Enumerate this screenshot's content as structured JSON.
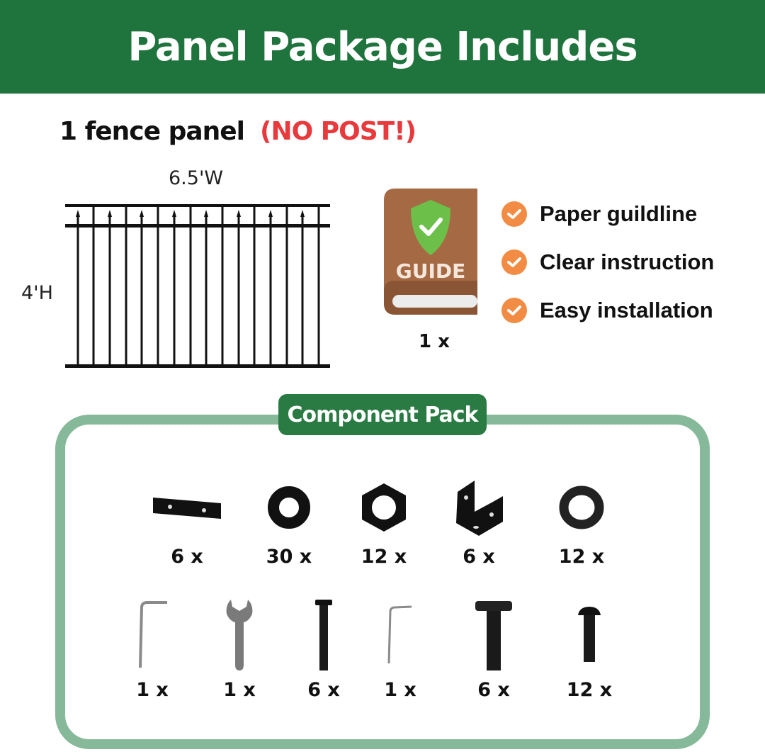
{
  "header": {
    "title": "Panel Package Includes",
    "bg_color": "#1f743d"
  },
  "panel": {
    "title": "1 fence panel",
    "warning": "(NO POST!)",
    "warning_color": "#e83a3d",
    "width_label": "6.5'W",
    "height_label": "4'H"
  },
  "guide": {
    "book_label": "GUIDE",
    "quantity": "1 x"
  },
  "features": [
    {
      "icon": "check-circle-icon",
      "label": "Paper guildline"
    },
    {
      "icon": "check-circle-icon",
      "label": "Clear instruction"
    },
    {
      "icon": "check-circle-icon",
      "label": "Easy installation"
    }
  ],
  "component_pack": {
    "title": "Component Pack",
    "border_color": "#86b999",
    "tag_color": "#2a7a43",
    "row1": [
      {
        "icon": "flat-bar-plate-icon",
        "quantity": "6 x"
      },
      {
        "icon": "round-washer-icon",
        "quantity": "30 x"
      },
      {
        "icon": "hex-nut-icon",
        "quantity": "12 x"
      },
      {
        "icon": "u-bracket-icon",
        "quantity": "6 x"
      },
      {
        "icon": "rubber-washer-icon",
        "quantity": "12 x"
      }
    ],
    "row2": [
      {
        "icon": "allen-key-large-icon",
        "quantity": "1 x"
      },
      {
        "icon": "wrench-icon",
        "quantity": "1 x"
      },
      {
        "icon": "long-bolt-icon",
        "quantity": "6 x"
      },
      {
        "icon": "allen-key-small-icon",
        "quantity": "1 x"
      },
      {
        "icon": "t-head-bolt-icon",
        "quantity": "6 x"
      },
      {
        "icon": "button-head-screw-icon",
        "quantity": "12 x"
      }
    ]
  }
}
